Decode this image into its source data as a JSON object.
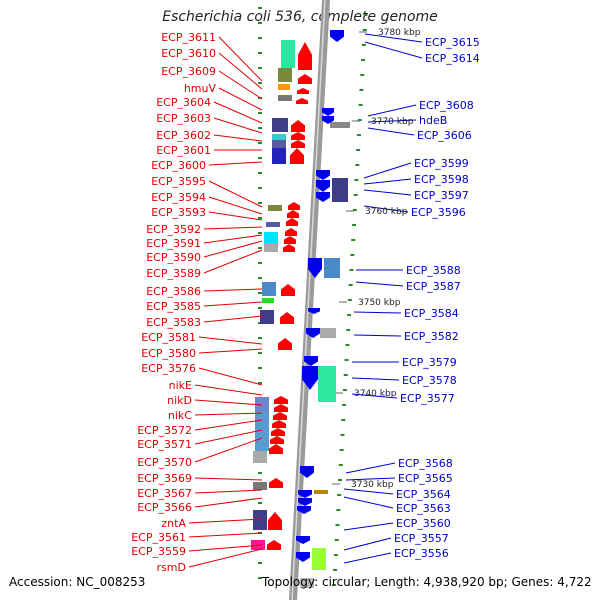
{
  "title": "Escherichia coli 536, complete genome",
  "footer": {
    "accession": "Accession: NC_008253",
    "topology": "Topology: circular; Length: 4,938,920 bp; Genes: 4,722"
  },
  "colors": {
    "left_label": "#e00000",
    "right_label": "#0000cc",
    "axis": "#999999",
    "tick": "#2a8a2a"
  },
  "left_labels": [
    "ECP_3611",
    "ECP_3610",
    "ECP_3609",
    "hmuV",
    "ECP_3604",
    "ECP_3603",
    "ECP_3602",
    "ECP_3601",
    "ECP_3600",
    "ECP_3595",
    "ECP_3594",
    "ECP_3593",
    "ECP_3592",
    "ECP_3591",
    "ECP_3590",
    "ECP_3589",
    "ECP_3586",
    "ECP_3585",
    "ECP_3583",
    "ECP_3581",
    "ECP_3580",
    "ECP_3576",
    "nikE",
    "nikD",
    "nikC",
    "ECP_3572",
    "ECP_3571",
    "ECP_3570",
    "ECP_3569",
    "ECP_3567",
    "ECP_3566",
    "zntA",
    "ECP_3561",
    "ECP_3559",
    "rsmD"
  ],
  "right_labels": [
    "ECP_3615",
    "ECP_3614",
    "ECP_3608",
    "hdeB",
    "ECP_3606",
    "ECP_3599",
    "ECP_3598",
    "ECP_3597",
    "ECP_3596",
    "ECP_3588",
    "ECP_3587",
    "ECP_3584",
    "ECP_3582",
    "ECP_3579",
    "ECP_3578",
    "ECP_3577",
    "ECP_3568",
    "ECP_3565",
    "ECP_3564",
    "ECP_3563",
    "ECP_3560",
    "ECP_3557",
    "ECP_3556"
  ],
  "kbp_labels": [
    "3780 kbp",
    "3770 kbp",
    "3760 kbp",
    "3750 kbp",
    "3740 kbp",
    "3730 kbp"
  ]
}
